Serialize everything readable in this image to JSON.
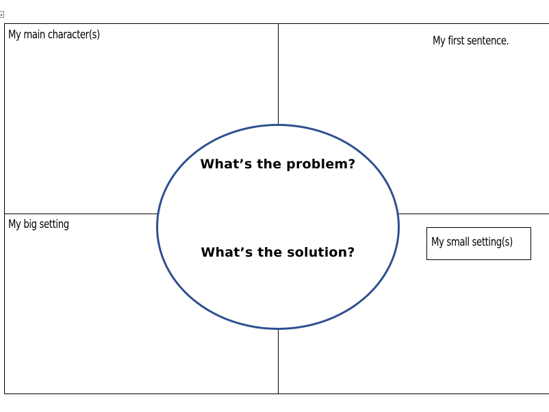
{
  "quadrants": {
    "top_left": "My main character(s)",
    "top_right": "My first sentence.",
    "bottom_left": "My big setting",
    "bottom_right": "My small setting(s)"
  },
  "center": {
    "problem": "What’s the problem?",
    "solution": "What’s the solution?"
  },
  "colors": {
    "oval_border": "#2e4f8f",
    "lines": "#000000"
  }
}
